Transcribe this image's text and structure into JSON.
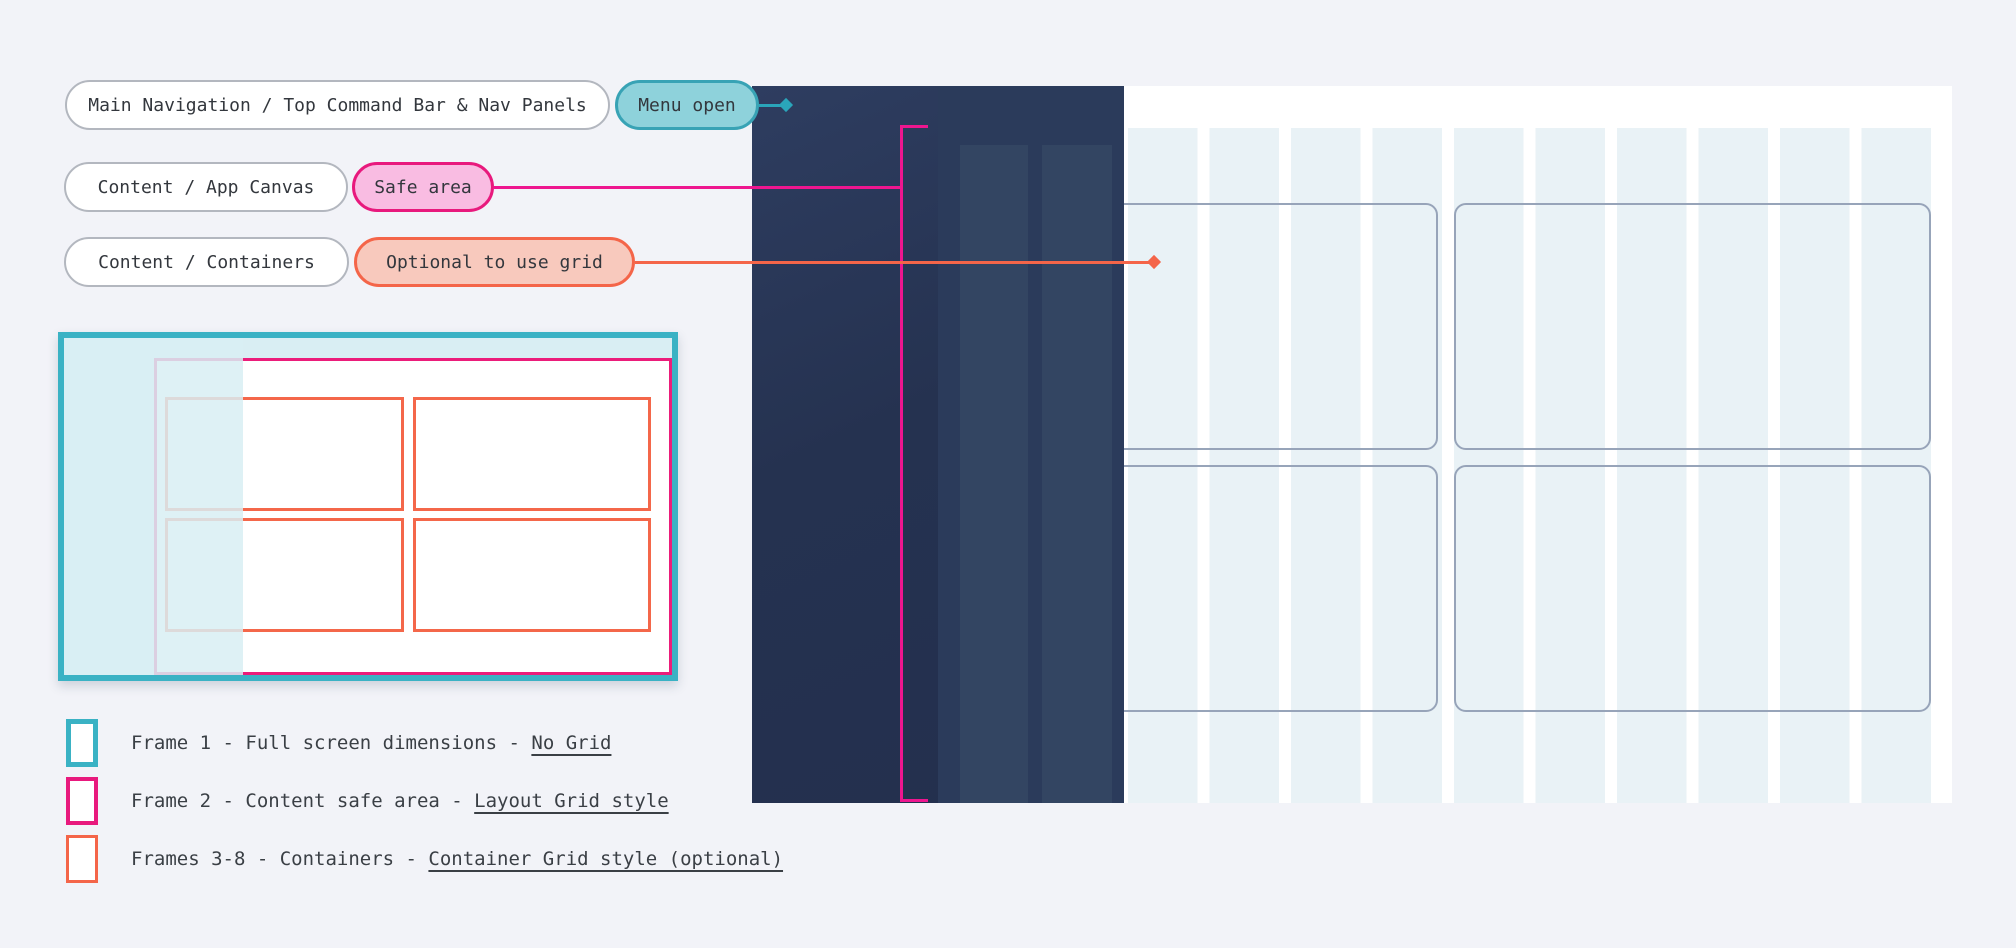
{
  "annotations": {
    "rows": [
      {
        "label": "Main Navigation / Top Command Bar & Nav Panels",
        "tag": "Menu open"
      },
      {
        "label": "Content / App Canvas",
        "tag": "Safe area"
      },
      {
        "label": "Content / Containers",
        "tag": "Optional to use grid"
      }
    ]
  },
  "legend": {
    "items": [
      {
        "prefix": "Frame 1 - Full screen dimensions - ",
        "link": "No Grid"
      },
      {
        "prefix": "Frame 2 - Content safe area - ",
        "link": "Layout Grid style"
      },
      {
        "prefix": "Frames 3-8 - Containers - ",
        "link": "Container Grid style (optional)"
      }
    ]
  },
  "mockup": {
    "grid_columns": 10,
    "container_rows": 2,
    "container_cols": 2,
    "marker_icons": [
      "menu-open-diamond",
      "optional-grid-diamond"
    ]
  },
  "colors": {
    "background": "#f2f3f8",
    "teal_accent": "#3ab2c4",
    "teal_pill_fill": "#8ed2db",
    "magenta_accent": "#e8197d",
    "pink_pill_fill": "#f9bce2",
    "orange_accent": "#f46549",
    "orange_pill_fill": "#f8c9bd",
    "navy_panel": "#253250",
    "navy_panel_light": "#2b3b5b",
    "grid_stripe": "#e9f2f6",
    "container_border": "#97a4b9",
    "text": "#33373d"
  }
}
